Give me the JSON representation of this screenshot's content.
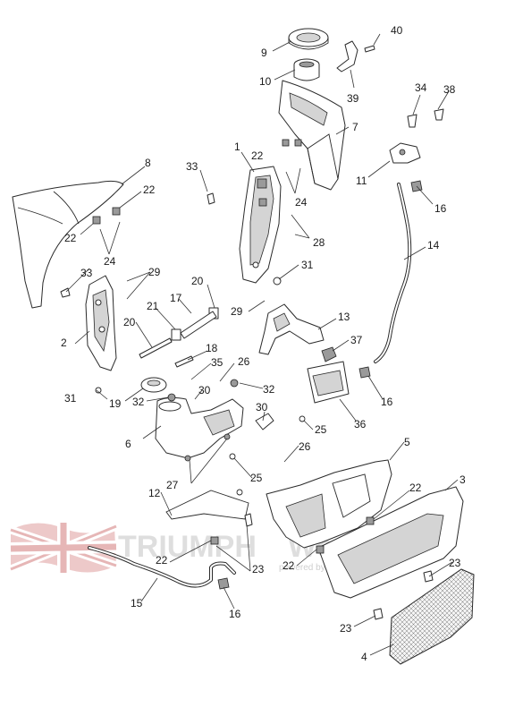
{
  "watermark": {
    "brand": "TRIUMPH",
    "brand_suffix": "World.de",
    "tagline": "powered by Bauros Bike Store"
  },
  "callouts": [
    {
      "id": "c1",
      "label": "1"
    },
    {
      "id": "c2",
      "label": "2"
    },
    {
      "id": "c3",
      "label": "3"
    },
    {
      "id": "c4",
      "label": "4"
    },
    {
      "id": "c5",
      "label": "5"
    },
    {
      "id": "c6",
      "label": "6"
    },
    {
      "id": "c7",
      "label": "7"
    },
    {
      "id": "c8",
      "label": "8"
    },
    {
      "id": "c9",
      "label": "9"
    },
    {
      "id": "c10",
      "label": "10"
    },
    {
      "id": "c11",
      "label": "11"
    },
    {
      "id": "c12",
      "label": "12"
    },
    {
      "id": "c13",
      "label": "13"
    },
    {
      "id": "c14",
      "label": "14"
    },
    {
      "id": "c15",
      "label": "15"
    },
    {
      "id": "c16a",
      "label": "16"
    },
    {
      "id": "c16b",
      "label": "16"
    },
    {
      "id": "c16c",
      "label": "16"
    },
    {
      "id": "c17",
      "label": "17"
    },
    {
      "id": "c18",
      "label": "18"
    },
    {
      "id": "c19",
      "label": "19"
    },
    {
      "id": "c20a",
      "label": "20"
    },
    {
      "id": "c20b",
      "label": "20"
    },
    {
      "id": "c21",
      "label": "21"
    },
    {
      "id": "c22a",
      "label": "22"
    },
    {
      "id": "c22b",
      "label": "22"
    },
    {
      "id": "c22c",
      "label": "22"
    },
    {
      "id": "c22d",
      "label": "22"
    },
    {
      "id": "c22e",
      "label": "22"
    },
    {
      "id": "c22f",
      "label": "22"
    },
    {
      "id": "c23a",
      "label": "23"
    },
    {
      "id": "c23b",
      "label": "23"
    },
    {
      "id": "c23c",
      "label": "23"
    },
    {
      "id": "c24a",
      "label": "24"
    },
    {
      "id": "c24b",
      "label": "24"
    },
    {
      "id": "c25a",
      "label": "25"
    },
    {
      "id": "c25b",
      "label": "25"
    },
    {
      "id": "c26a",
      "label": "26"
    },
    {
      "id": "c26b",
      "label": "26"
    },
    {
      "id": "c27",
      "label": "27"
    },
    {
      "id": "c28a",
      "label": "28"
    },
    {
      "id": "c28b",
      "label": "28"
    },
    {
      "id": "c29a",
      "label": "29"
    },
    {
      "id": "c29b",
      "label": "29"
    },
    {
      "id": "c30",
      "label": "30"
    },
    {
      "id": "c31a",
      "label": "31"
    },
    {
      "id": "c31b",
      "label": "31"
    },
    {
      "id": "c32a",
      "label": "32"
    },
    {
      "id": "c32b",
      "label": "32"
    },
    {
      "id": "c33a",
      "label": "33"
    },
    {
      "id": "c33b",
      "label": "33"
    },
    {
      "id": "c34",
      "label": "34"
    },
    {
      "id": "c35",
      "label": "35"
    },
    {
      "id": "c36",
      "label": "36"
    },
    {
      "id": "c37",
      "label": "37"
    },
    {
      "id": "c38",
      "label": "38"
    },
    {
      "id": "c39",
      "label": "39"
    },
    {
      "id": "c40",
      "label": "40"
    }
  ]
}
